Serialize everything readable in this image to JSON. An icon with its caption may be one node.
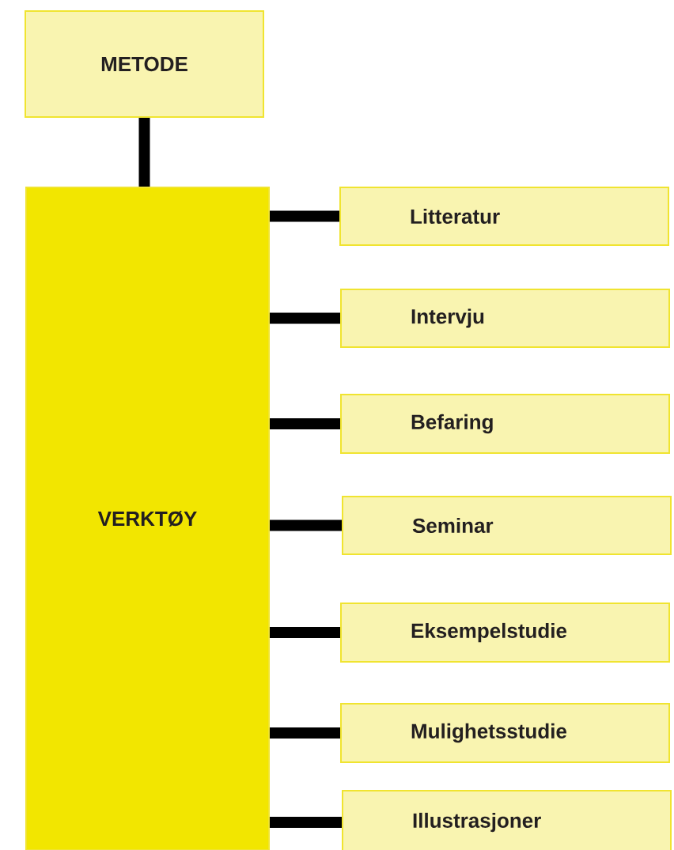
{
  "diagram": {
    "nodes": [
      {
        "text": [
          "METODE"
        ]
      },
      {
        "text": [
          "VERKTØY"
        ]
      },
      {
        "text": [
          "Litteratur"
        ]
      },
      {
        "text": [
          "Intervju"
        ]
      },
      {
        "text": [
          "Befaring"
        ]
      },
      {
        "text": [
          "Seminar"
        ]
      },
      {
        "text": [
          "Eksempelstudie"
        ]
      },
      {
        "text": [
          "Mulighetsstudie"
        ]
      },
      {
        "text": [
          "Illustrasjoner"
        ]
      }
    ],
    "edges": [
      {
        "from": 0,
        "to": 1,
        "arrow": "none"
      },
      {
        "from": 1,
        "to": 2,
        "arrow": "none"
      },
      {
        "from": 1,
        "to": 3,
        "arrow": "none"
      },
      {
        "from": 1,
        "to": 4,
        "arrow": "none"
      },
      {
        "from": 1,
        "to": 5,
        "arrow": "none"
      },
      {
        "from": 1,
        "to": 6,
        "arrow": "none"
      },
      {
        "from": 1,
        "to": 7,
        "arrow": "none"
      },
      {
        "from": 1,
        "to": 8,
        "arrow": "none"
      }
    ]
  }
}
